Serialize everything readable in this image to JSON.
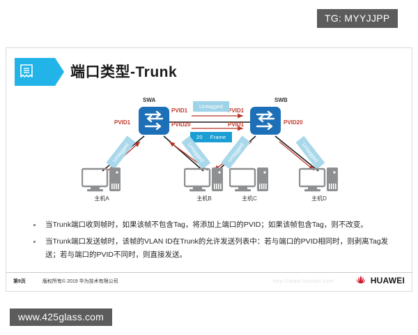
{
  "overlays": {
    "tg_badge": "TG: MYYJJPP",
    "url_badge": "www.425glass.com"
  },
  "slide": {
    "title": "端口类型-Trunk",
    "title_icon": "document-ribbon-icon",
    "accent_color": "#22b4e8"
  },
  "diagram": {
    "switches": [
      {
        "name": "SWA"
      },
      {
        "name": "SWB"
      }
    ],
    "swa_ports": {
      "left": "PVID1",
      "right_top": "PVID1",
      "right_bottom": "PVID20"
    },
    "swb_ports": {
      "left_top": "PVID1",
      "left_bottom": "PVID1",
      "right": "PVID20"
    },
    "trunk_top_label": "Untagged",
    "frame_tag": {
      "vlan": "20",
      "text": "Frame"
    },
    "access_labels": [
      "Untagged",
      "Untagged",
      "Untagged",
      "Untagged"
    ],
    "hosts": [
      {
        "label": "主机A"
      },
      {
        "label": "主机B"
      },
      {
        "label": "主机C"
      },
      {
        "label": "主机D"
      }
    ]
  },
  "bullets": [
    "当Trunk端口收到帧时，如果该帧不包含Tag，将添加上端口的PVID；如果该帧包含Tag，则不改变。",
    "当Trunk端口发送帧时，该帧的VLAN ID在Trunk的允许发送列表中：若与端口的PVID相同时，则剥离Tag发送；若与端口的PVID不同时，则直接发送。"
  ],
  "footer": {
    "page": "第9页",
    "copyright": "版权所有© 2019 华为技术有限公司",
    "watermark": "http://www.huawei.com",
    "brand": "HUAWEI"
  }
}
